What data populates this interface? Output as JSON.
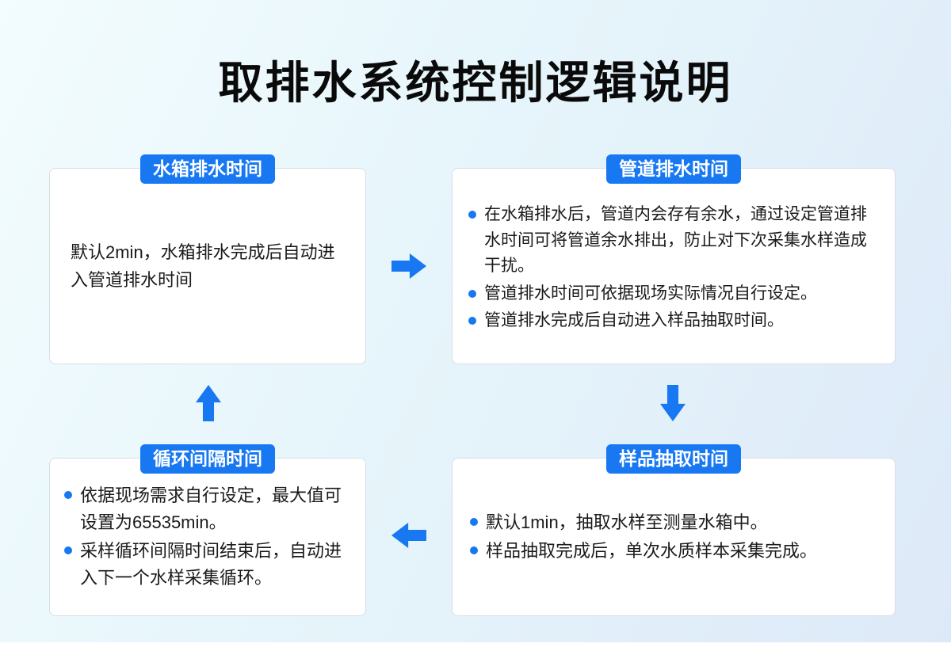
{
  "page": {
    "title": "取排水系统控制逻辑说明"
  },
  "colors": {
    "accent_blue": "#1778f2",
    "background_gradient_start": "#f3fcfe",
    "background_gradient_end": "#dde9f8",
    "box_background": "#ffffff",
    "box_border": "#d9dee5",
    "title_text": "#0a0a0a",
    "body_text": "#1a1a1a"
  },
  "boxes": {
    "tank": {
      "title": "水箱排水时间",
      "text": "默认2min，水箱排水完成后自动进入管道排水时间"
    },
    "pipe": {
      "title": "管道排水时间",
      "bullets": [
        "在水箱排水后，管道内会存有余水，通过设定管道排水时间可将管道余水排出，防止对下次采集水样造成干扰。",
        "管道排水时间可依据现场实际情况自行设定。",
        "管道排水完成后自动进入样品抽取时间。"
      ]
    },
    "sample": {
      "title": "样品抽取时间",
      "bullets": [
        "默认1min，抽取水样至测量水箱中。",
        "样品抽取完成后，单次水质样本采集完成。"
      ]
    },
    "cycle": {
      "title": "循环间隔时间",
      "bullets": [
        "依据现场需求自行设定，最大值可设置为65535min。",
        "采样循环间隔时间结束后，自动进入下一个水样采集循环。"
      ]
    }
  },
  "arrows": {
    "tank_to_pipe": "right",
    "pipe_to_sample": "down",
    "sample_to_cycle": "left",
    "cycle_to_tank": "up"
  }
}
